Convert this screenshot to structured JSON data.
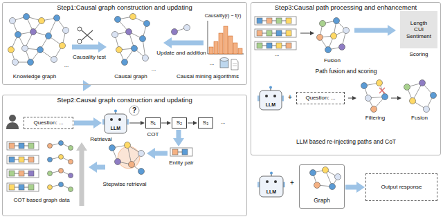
{
  "diagram": {
    "nodes": [
      {
        "text": [
          "Step1:Causal graph construction and updating"
        ]
      },
      {
        "text": [
          "Step2:Causal graph construction and updating"
        ]
      },
      {
        "text": [
          "Step3:Causal path processing and enhancement"
        ]
      },
      {
        "text": [
          "Question: ..."
        ],
        "in": 1
      },
      {
        "text": [
          "LLM"
        ],
        "in": 1
      },
      {
        "text": [
          "S₁"
        ],
        "in": 1
      },
      {
        "text": [
          "S₂"
        ],
        "in": 1
      },
      {
        "text": [
          "S₃"
        ],
        "in": 1
      },
      {
        "text": [
          "Length",
          "CUI",
          "Sentiment"
        ],
        "in": 2
      },
      {
        "text": [
          "LLM"
        ],
        "in": 2
      },
      {
        "text": [
          "Question: ..."
        ],
        "in": 2
      },
      {
        "text": [
          "LLM"
        ]
      },
      {
        "text": [
          "Graph"
        ]
      },
      {
        "text": [
          "Output response"
        ]
      }
    ],
    "edges": [
      {
        "from": 0,
        "to": 1,
        "arrow": "to"
      },
      {
        "from": 3,
        "to": 4,
        "arrow": "to"
      },
      {
        "from": 4,
        "to": 5,
        "arrow": "to"
      },
      {
        "from": 5,
        "to": 6,
        "arrow": "to"
      },
      {
        "from": 6,
        "to": 7,
        "arrow": "to"
      },
      {
        "from": 12,
        "to": 13,
        "arrow": "to"
      }
    ],
    "labels": [
      "Knowledge graph",
      "Causality test",
      "Causal graph",
      "Update and addition",
      "Causality(r) ~ f(r)",
      "Causal mining algorithms",
      "...",
      "...",
      "...",
      "?",
      "COT",
      "...",
      "Entity pair",
      "Retrieval",
      "Stepwise retrieval",
      "COT based graph data",
      "...",
      "Fusion",
      "Scoring",
      "Path fusion and scoring",
      "+",
      "Filtering",
      "Fusion",
      "LLM based re-injecting paths and CoT",
      "+"
    ]
  }
}
